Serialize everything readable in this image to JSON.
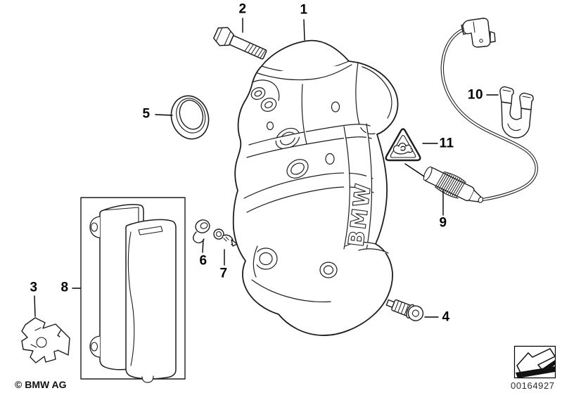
{
  "diagram": {
    "caliper_brand_text": "BMW",
    "copyright": "© BMW AG",
    "image_number": "00164927",
    "callouts": [
      {
        "label": "1"
      },
      {
        "label": "2"
      },
      {
        "label": "3"
      },
      {
        "label": "4"
      },
      {
        "label": "5"
      },
      {
        "label": "6"
      },
      {
        "label": "7"
      },
      {
        "label": "8"
      },
      {
        "label": "9"
      },
      {
        "label": "10"
      },
      {
        "label": "11"
      }
    ],
    "icons": {
      "warning_triangle": "pinch-hazard-triangle-icon",
      "direction_arrow": "direction-arrow-bottom-left-icon"
    },
    "colors": {
      "line": "#1d1d1d",
      "background": "#ffffff"
    }
  }
}
